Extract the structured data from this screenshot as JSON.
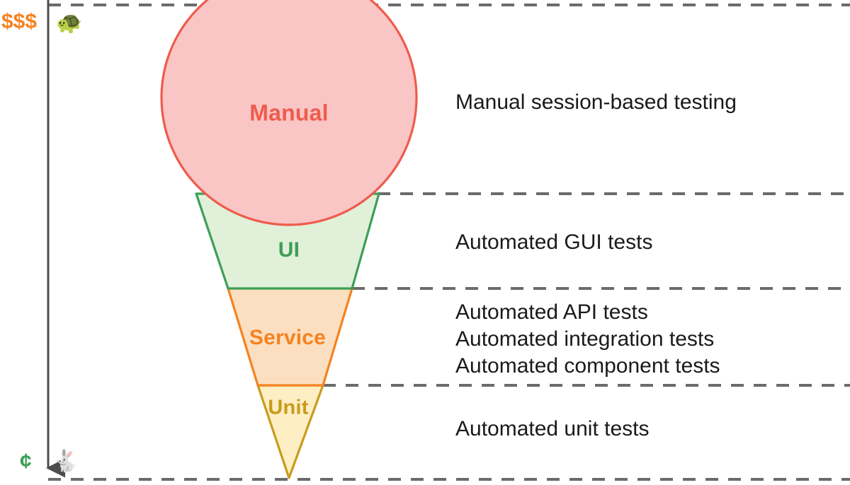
{
  "diagram": {
    "title_text": "",
    "cone_segments": [
      {
        "key": "manual",
        "label": "Manual",
        "color": "#ef5b4c",
        "fill": "#fac5c5"
      },
      {
        "key": "ui",
        "label": "UI",
        "color": "#3d9e56",
        "fill": "#e1f0d8"
      },
      {
        "key": "service",
        "label": "Service",
        "color": "#f58220",
        "fill": "#fbdfc0"
      },
      {
        "key": "unit",
        "label": "Unit",
        "color": "#c99b1b",
        "fill": "#fdeec3"
      }
    ],
    "descriptions": [
      {
        "key": "manual",
        "lines": [
          "Manual session-based testing"
        ]
      },
      {
        "key": "ui",
        "lines": [
          "Automated GUI tests"
        ]
      },
      {
        "key": "service",
        "lines": [
          "Automated API tests",
          "Automated integration tests",
          "Automated component tests"
        ]
      },
      {
        "key": "unit",
        "lines": [
          "Automated unit tests"
        ]
      }
    ],
    "cost_axis": {
      "top_label": "$$$",
      "top_label_color": "#f58220",
      "bottom_label": "¢",
      "bottom_label_color": "#3d9e56",
      "top_speed_icon": "🐢",
      "bottom_speed_icon": "🐇",
      "axis_color": "#4d4d4d"
    },
    "separator_color": "#6b6b6b"
  }
}
